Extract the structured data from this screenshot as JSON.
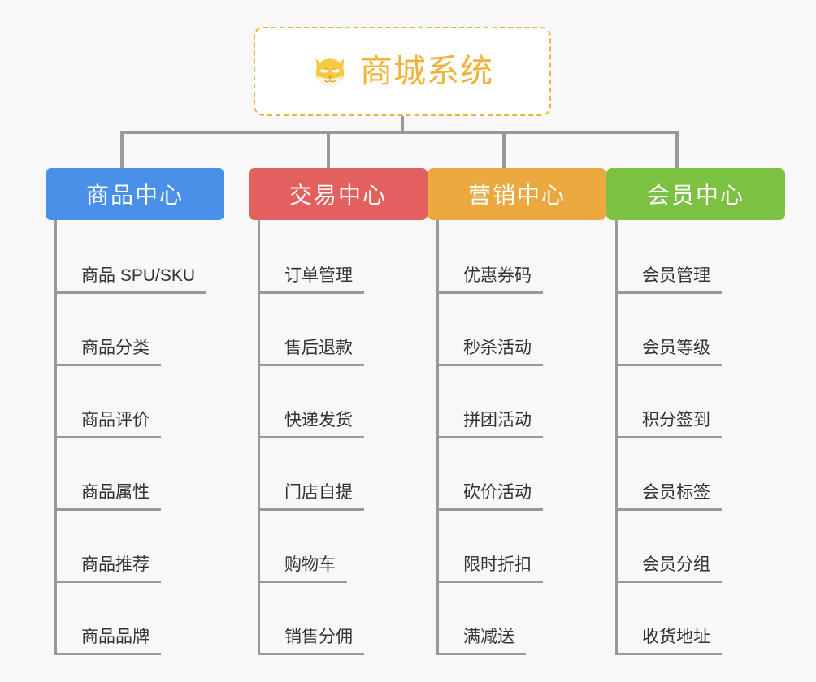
{
  "page": {
    "background": "#f8f8f8",
    "connector_color": "#999999",
    "title": "商城系统"
  },
  "root": {
    "label": "商城系统",
    "icon": "shiba-dog-face-icon",
    "text_color": "#f0b33a",
    "border_color": "#f0b33a",
    "fill": "#ffffff"
  },
  "categories": [
    {
      "label": "商品中心",
      "color": "#4a90e8",
      "items": [
        "商品 SPU/SKU",
        "商品分类",
        "商品评价",
        "商品属性",
        "商品推荐",
        "商品品牌"
      ]
    },
    {
      "label": "交易中心",
      "color": "#e2605d",
      "items": [
        "订单管理",
        "售后退款",
        "快递发货",
        "门店自提",
        "购物车",
        "销售分佣"
      ]
    },
    {
      "label": "营销中心",
      "color": "#eaa83f",
      "items": [
        "优惠券码",
        "秒杀活动",
        "拼团活动",
        "砍价活动",
        "限时折扣",
        "满减送"
      ]
    },
    {
      "label": "会员中心",
      "color": "#7cc142",
      "items": [
        "会员管理",
        "会员等级",
        "积分签到",
        "会员标签",
        "会员分组",
        "收货地址"
      ]
    }
  ]
}
